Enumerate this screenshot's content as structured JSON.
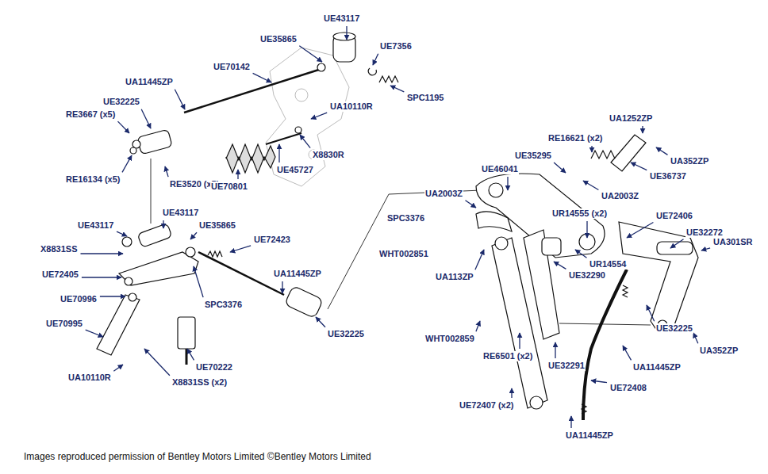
{
  "diagram": {
    "caption": "Images reproduced permission of Bentley Motors Limited ©Bentley Motors Limited",
    "labels": [
      "UE43117",
      "UE35865",
      "UE7356",
      "UE70142",
      "SPC1195",
      "UA11445ZP",
      "UE32225",
      "UA10110R",
      "RE3667 (x5)",
      "X8830R",
      "RE16134 (x5)",
      "RE3520 (x5)",
      "UE45727",
      "UE70801",
      "UE43117",
      "UE43117",
      "UE35865",
      "UE72423",
      "X8831SS",
      "UE72405",
      "UA11445ZP",
      "UE70996",
      "SPC3376",
      "UE70995",
      "UE32225",
      "UE70222",
      "UA10110R",
      "X8831SS (x2)",
      "UA1252ZP",
      "RE16621 (x2)",
      "UA352ZP",
      "UE35295",
      "UE46041",
      "UE36737",
      "UA2003Z",
      "UA2003Z",
      "UR14555 (x2)",
      "UE72406",
      "SPC3376",
      "UE32272",
      "UA301SR",
      "WHT002851",
      "UR14554",
      "UA113ZP",
      "UE32290",
      "WHT002859",
      "RE6501 (x2)",
      "UE32225",
      "UA352ZP",
      "UE32291",
      "UA11445ZP",
      "UE72407 (x2)",
      "UE72408",
      "UA11445ZP"
    ]
  }
}
